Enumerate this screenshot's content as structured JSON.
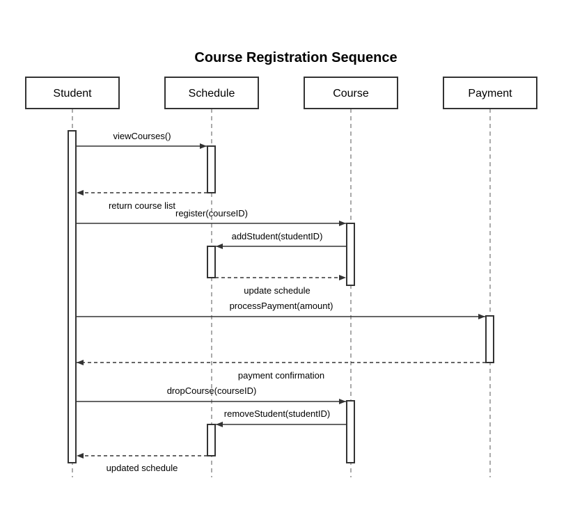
{
  "title": "Course Registration Sequence",
  "participants": [
    {
      "id": "student",
      "label": "Student"
    },
    {
      "id": "schedule",
      "label": "Schedule"
    },
    {
      "id": "course",
      "label": "Course"
    },
    {
      "id": "payment",
      "label": "Payment"
    }
  ],
  "messages": [
    {
      "from": "student",
      "to": "schedule",
      "label": "viewCourses()",
      "style": "solid"
    },
    {
      "from": "schedule",
      "to": "student",
      "label": "return course list",
      "style": "dashed"
    },
    {
      "from": "student",
      "to": "course",
      "label": "register(courseID)",
      "style": "solid"
    },
    {
      "from": "course",
      "to": "schedule",
      "label": "addStudent(studentID)",
      "style": "solid"
    },
    {
      "from": "schedule",
      "to": "course",
      "label": "update schedule",
      "style": "dashed"
    },
    {
      "from": "student",
      "to": "payment",
      "label": "processPayment(amount)",
      "style": "solid"
    },
    {
      "from": "payment",
      "to": "student",
      "label": "payment confirmation",
      "style": "dashed"
    },
    {
      "from": "student",
      "to": "course",
      "label": "dropCourse(courseID)",
      "style": "solid"
    },
    {
      "from": "course",
      "to": "schedule",
      "label": "removeStudent(studentID)",
      "style": "solid"
    },
    {
      "from": "schedule",
      "to": "student",
      "label": "updated schedule",
      "style": "dashed"
    }
  ],
  "colors": {
    "line": "#333333",
    "lifeline": "#555555",
    "background": "#ffffff"
  }
}
